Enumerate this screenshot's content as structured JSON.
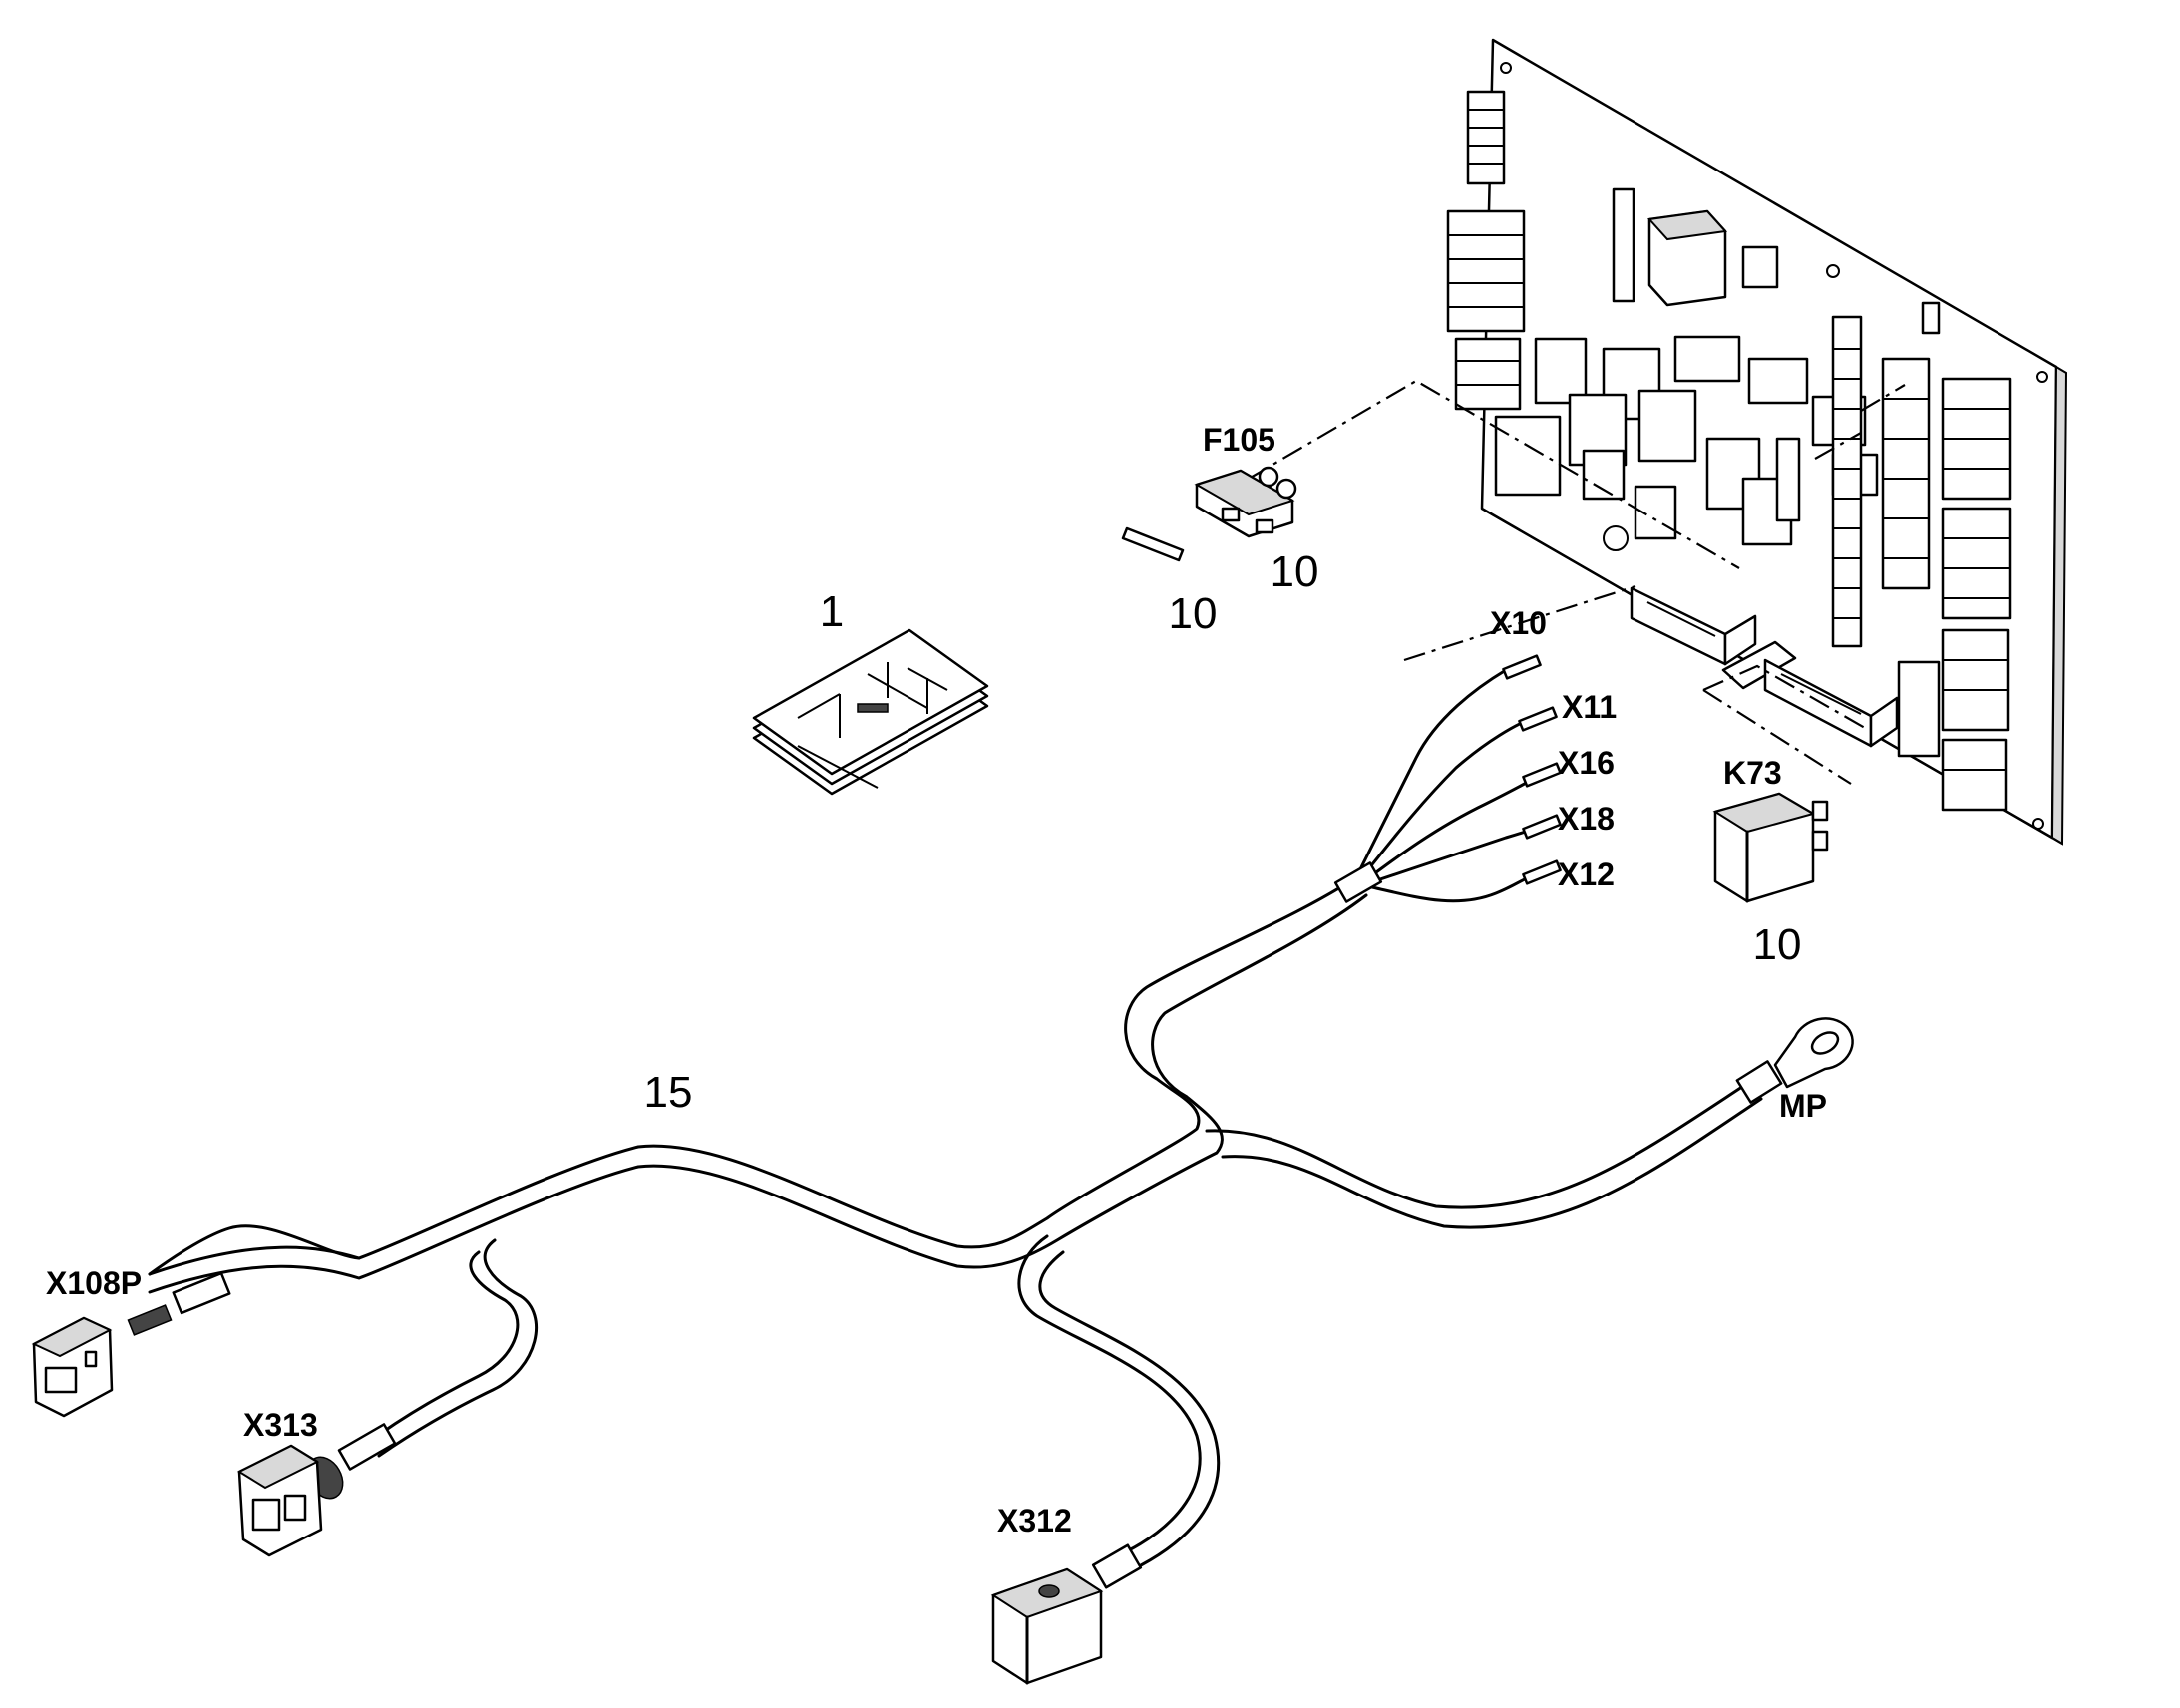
{
  "callouts": {
    "manual": "1",
    "fuse_item": "10",
    "strip_item": "10",
    "relay_item": "10",
    "harness": "15"
  },
  "connectors": {
    "f105": "F105",
    "k73": "K73",
    "x10": "X10",
    "x11": "X11",
    "x16": "X16",
    "x18": "X18",
    "x12": "X12",
    "mp": "MP",
    "x108p": "X108P",
    "x313": "X313",
    "x312": "X312"
  }
}
